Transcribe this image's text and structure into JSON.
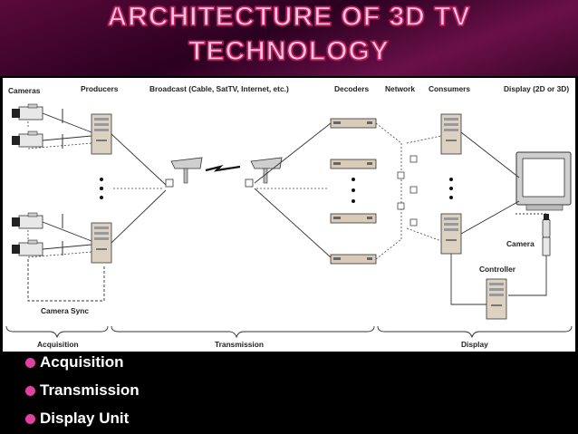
{
  "slide": {
    "title_line1": "ARCHITECTURE OF 3D TV",
    "title_line2": "TECHNOLOGY"
  },
  "diagram": {
    "column_headers": {
      "cameras": "Cameras",
      "producers": "Producers",
      "broadcast": "Broadcast (Cable, SatTV, Internet, etc.)",
      "decoders": "Decoders",
      "network": "Network",
      "consumers": "Consumers",
      "display": "Display (2D or 3D)"
    },
    "labels": {
      "camera_sync": "Camera Sync",
      "camera": "Camera",
      "controller": "Controller"
    },
    "stages": {
      "acquisition": "Acquisition",
      "transmission": "Transmission",
      "display": "Display"
    }
  },
  "bullets": [
    "Acquisition",
    "Transmission",
    "Display Unit"
  ],
  "colors": {
    "bullet": "#e040a0",
    "title_fill": "#f2c6dc",
    "title_outline": "#c2185b"
  }
}
